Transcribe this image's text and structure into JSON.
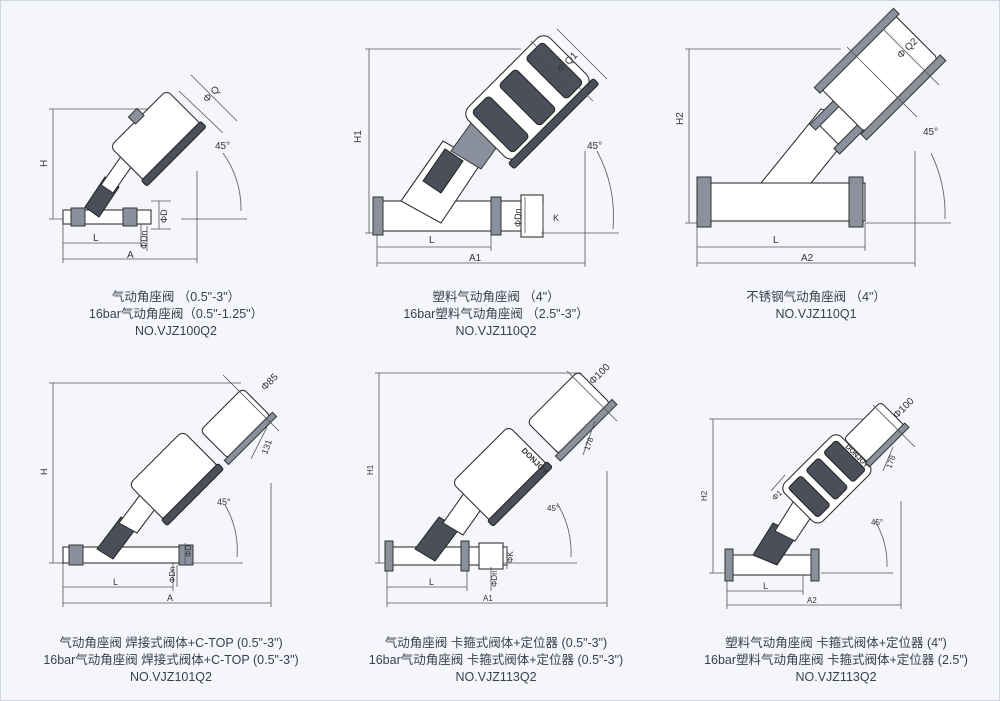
{
  "products": [
    {
      "caption": [
        "气动角座阀 （0.5\"-3\"）",
        "16bar气动角座阀（0.5\"-1.25\"）",
        "NO.VJZ100Q2"
      ],
      "labels": {
        "h": "H",
        "l": "L",
        "a": "A",
        "phi": "Φ Q",
        "angle": "45°",
        "d": "ΦD",
        "dn": "ΦDn"
      }
    },
    {
      "caption": [
        "塑料气动角座阀 （4\"）",
        "16bar塑料气动角座阀 （2.5\"-3\"）",
        "NO.VJZ110Q2"
      ],
      "labels": {
        "h": "H1",
        "l": "L",
        "a": "A1",
        "phi": "Φ Q1",
        "angle": "45°",
        "d": "K",
        "dn": "ΦDn"
      }
    },
    {
      "caption": [
        "不锈钢气动角座阀 （4\"）",
        "NO.VJZ110Q1"
      ],
      "labels": {
        "h": "H2",
        "l": "L",
        "a": "A2",
        "phi": "Φ Q2",
        "angle": "45°"
      }
    },
    {
      "caption": [
        "气动角座阀 焊接式阀体+C-TOP (0.5\"-3\")",
        "16bar气动角座阀 焊接式阀体+C-TOP (0.5\"-3\")",
        "NO.VJZ101Q2"
      ],
      "labels": {
        "h": "H",
        "l": "L",
        "a": "A",
        "phi": "Φ85",
        "angle": "45°",
        "height": "131",
        "d": "ΦD",
        "dn": "ΦDn"
      }
    },
    {
      "caption": [
        "气动角座阀 卡箍式阀体+定位器 (0.5\"-3\")",
        "16bar气动角座阀 卡箍式阀体+定位器 (0.5\"-3\")",
        "NO.VJZ113Q2"
      ],
      "labels": {
        "h": "H1",
        "l": "L",
        "a": "A1",
        "phi": "Φ100",
        "angle": "45°",
        "height": "178",
        "d": "ΦK",
        "dn": "ΦDn",
        "brand": "DONJOY"
      }
    },
    {
      "caption": [
        "塑料气动角座阀 卡箍式阀体+定位器 (4\")",
        "16bar塑料气动角座阀 卡箍式阀体+定位器 (2.5\")",
        "NO.VJZ113Q2"
      ],
      "labels": {
        "h": "H2",
        "l": "L",
        "a": "A2",
        "phi": "Φ100",
        "angle": "45°",
        "height": "178",
        "q": "Φ1",
        "brand": "DONJOY"
      }
    }
  ]
}
